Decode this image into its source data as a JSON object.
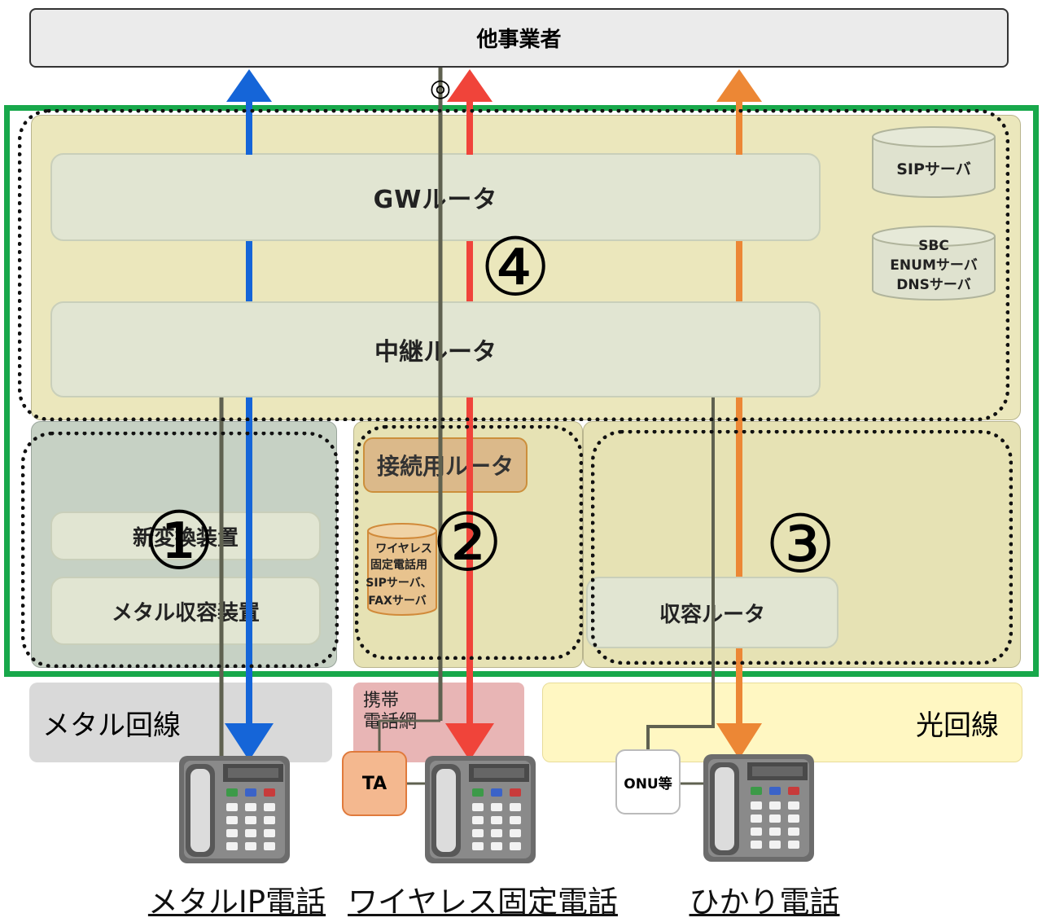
{
  "top": {
    "label": "他事業者"
  },
  "markers": {
    "interconnect": "◎"
  },
  "routers": {
    "gw": "GWルータ",
    "relay": "中継ルータ",
    "new_converter": "新変換装置",
    "metal_access": "メタル収容装置",
    "connection": "接続用ルータ",
    "access": "収容ルータ"
  },
  "servers": {
    "sip": "SIPサーバ",
    "sbc": [
      "SBC",
      "ENUMサーバ",
      "DNSサーバ"
    ],
    "wireless": [
      "ワイヤレス",
      "固定電話用",
      "SIPサーバ、",
      "FAXサーバ"
    ]
  },
  "numbers": {
    "n1": "①",
    "n2": "②",
    "n3": "③",
    "n4": "④"
  },
  "access_lines": {
    "metal": "メタル回線",
    "mobile": [
      "携帯",
      "電話網"
    ],
    "fiber": "光回線"
  },
  "devices": {
    "ta": "TA",
    "onu": "ONU等"
  },
  "captions": {
    "metal_ip": "メタルIP電話",
    "wireless_fixed": "ワイヤレス固定電話",
    "hikari": "ひかり電話"
  },
  "colors": {
    "blue": "#1565d8",
    "red": "#f0443a",
    "orange": "#ec8735",
    "gray": "#5f6150",
    "frame_green": "#18a84b"
  }
}
